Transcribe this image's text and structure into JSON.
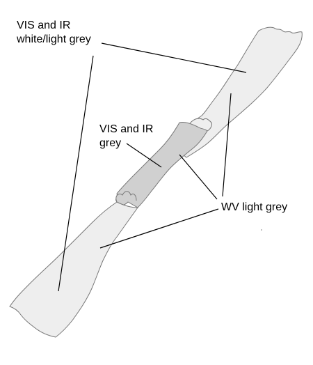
{
  "colors": {
    "cloud_light": "#eeeeee",
    "cloud_grey": "#d0d0d0",
    "outline": "#777777",
    "leader_line": "#000000",
    "text": "#000000"
  },
  "labels": {
    "vis_ir_white": {
      "line1": "VIS and IR",
      "line2": "white/light grey"
    },
    "vis_ir_grey": {
      "line1": "VIS and IR",
      "line2": "grey"
    },
    "wv": {
      "line1": "WV light grey"
    }
  }
}
